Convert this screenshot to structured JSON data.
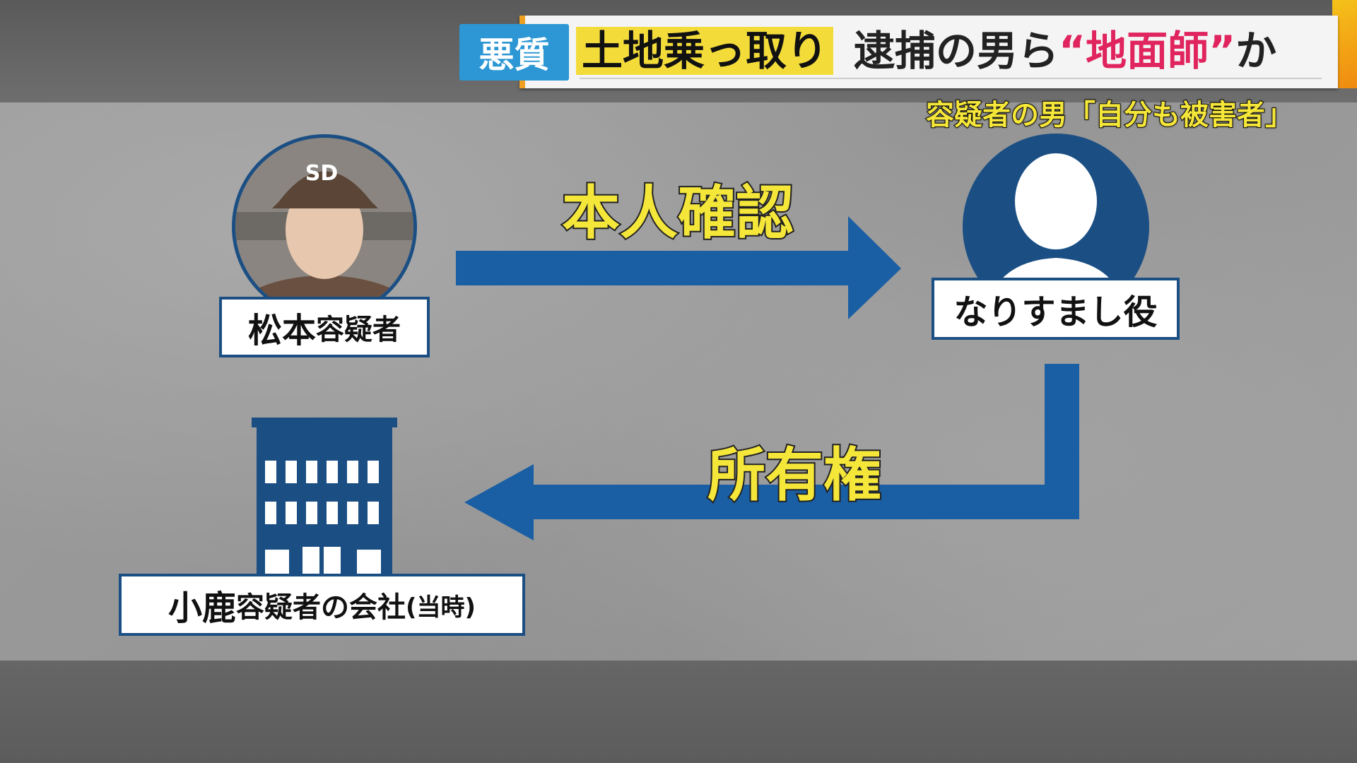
{
  "header": {
    "badge": "悪質",
    "highlight": "土地乗っ取り",
    "text_before": "逮捕の男ら",
    "quote_open": "“",
    "quoted": "地面師",
    "quote_close": "”",
    "text_after": "か"
  },
  "subtitle": "容疑者の男「自分も被害者」",
  "diagram": {
    "suspect_label_main": "松本",
    "suspect_label_suffix": "容疑者",
    "impersonator_label": "なりすまし役",
    "arrow_top_label": "本人確認",
    "arrow_bottom_label": "所有権",
    "company_label_main": "小鹿",
    "company_label_mid": "容疑者の会社",
    "company_label_paren": "(当時)"
  },
  "colors": {
    "arrow": "#1a5fa4",
    "navy": "#1b4f84",
    "yellow": "#f5e63a",
    "badge": "#2c97d4",
    "accent": "#e0245e"
  }
}
